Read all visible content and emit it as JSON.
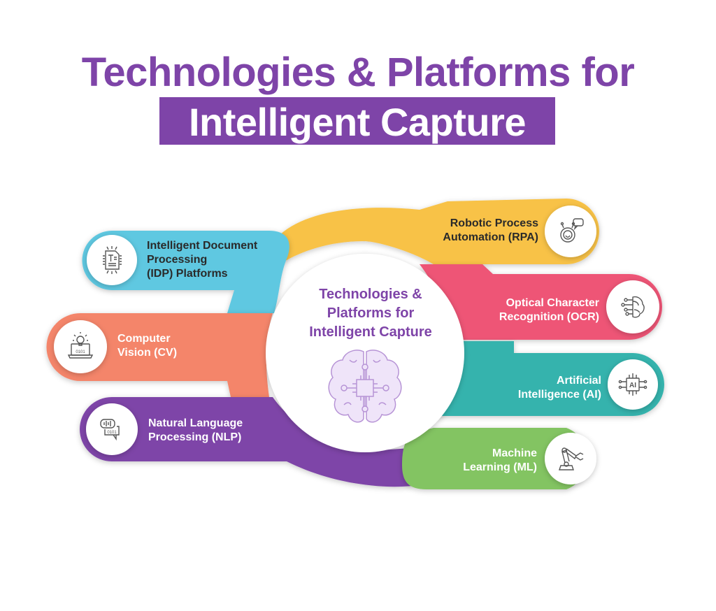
{
  "header": {
    "title_line1": "Technologies & Platforms for",
    "title_line2": "Intelligent Capture",
    "accent_color": "#7e44a8"
  },
  "center": {
    "lines": [
      "Technologies &",
      "Platforms for",
      "Intelligent Capture"
    ],
    "icon": "brain-chip-icon"
  },
  "items": [
    {
      "id": "idp",
      "lines": [
        "Intelligent Document",
        "Processing",
        "(IDP) Platforms"
      ],
      "color": "#5ec8e1",
      "icon": "document-chip-icon",
      "side": "left"
    },
    {
      "id": "cv",
      "lines": [
        "Computer",
        "Vision (CV)"
      ],
      "color": "#f4856a",
      "icon": "laptop-lightbulb-icon",
      "side": "left"
    },
    {
      "id": "nlp",
      "lines": [
        "Natural Language",
        "Processing (NLP)"
      ],
      "color": "#7e44a8",
      "icon": "speech-binary-icon",
      "side": "left"
    },
    {
      "id": "rpa",
      "lines": [
        "Robotic Process",
        "Automation (RPA)"
      ],
      "color": "#f8c246",
      "icon": "robot-chat-icon",
      "side": "right"
    },
    {
      "id": "ocr",
      "lines": [
        "Optical Character",
        "Recognition (OCR)"
      ],
      "color": "#ee5476",
      "icon": "brain-circuit-icon",
      "side": "right"
    },
    {
      "id": "ai",
      "lines": [
        "Artificial",
        "Intelligence (AI)"
      ],
      "color": "#35b3ad",
      "icon": "ai-chip-icon",
      "side": "right"
    },
    {
      "id": "ml",
      "lines": [
        "Machine",
        "Learning (ML)"
      ],
      "color": "#83c462",
      "icon": "robotic-arm-icon",
      "side": "right"
    }
  ]
}
